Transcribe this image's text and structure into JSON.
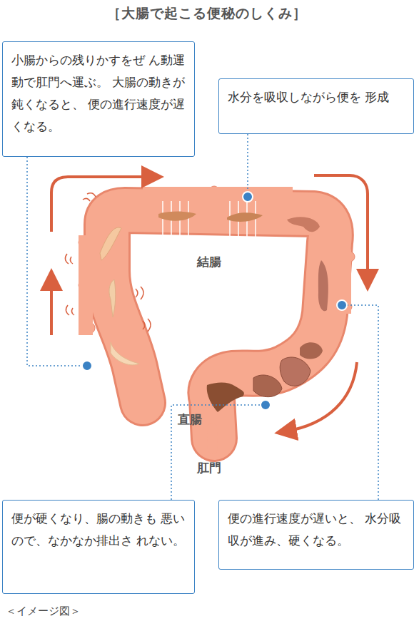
{
  "diagram": {
    "title": "［大腸で起こる便秘のしくみ］",
    "caption": "＜イメージ図＞",
    "nodes": [
      {
        "text": [
          "小腸からの残りかすをぜ ん動運動で肛門へ運ぶ。 大腸の動きが鈍くなると、 便の進行速度が遅くなる。"
        ]
      },
      {
        "text": [
          "水分を吸収しながら便を 形成"
        ]
      },
      {
        "text": [
          "便が硬くなり、腸の動きも 悪いので、なかなか排出さ れない。"
        ]
      },
      {
        "text": [
          "便の進行速度が遅いと、 水分吸収が進み、硬くなる。"
        ]
      }
    ],
    "labels": [
      "結腸",
      "直腸",
      "肛門"
    ]
  }
}
